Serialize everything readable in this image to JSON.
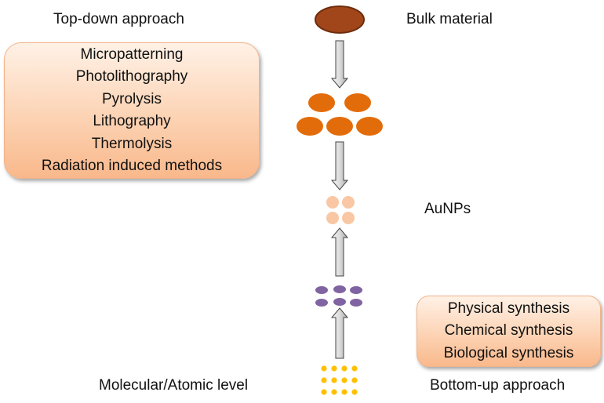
{
  "labels": {
    "top_down": "Top-down approach",
    "bulk": "Bulk material",
    "aunps": "AuNPs",
    "molecular": "Molecular/Atomic level",
    "bottom_up": "Bottom-up approach"
  },
  "top_down_methods": [
    "Micropatterning",
    "Photolithography",
    "Pyrolysis",
    "Lithography",
    "Thermolysis",
    "Radiation induced methods"
  ],
  "bottom_up_methods": [
    "Physical synthesis",
    "Chemical synthesis",
    "Biological synthesis"
  ],
  "colors": {
    "bulk": "#a0461a",
    "bulk_edge": "#6e2c0c",
    "fragments": "#e36c0a",
    "aunps": "#f9c7a3",
    "clusters": "#8064a2",
    "atoms": "#ffc000",
    "box_border": "#f2b48a",
    "arrow": "#cfcfcf"
  }
}
